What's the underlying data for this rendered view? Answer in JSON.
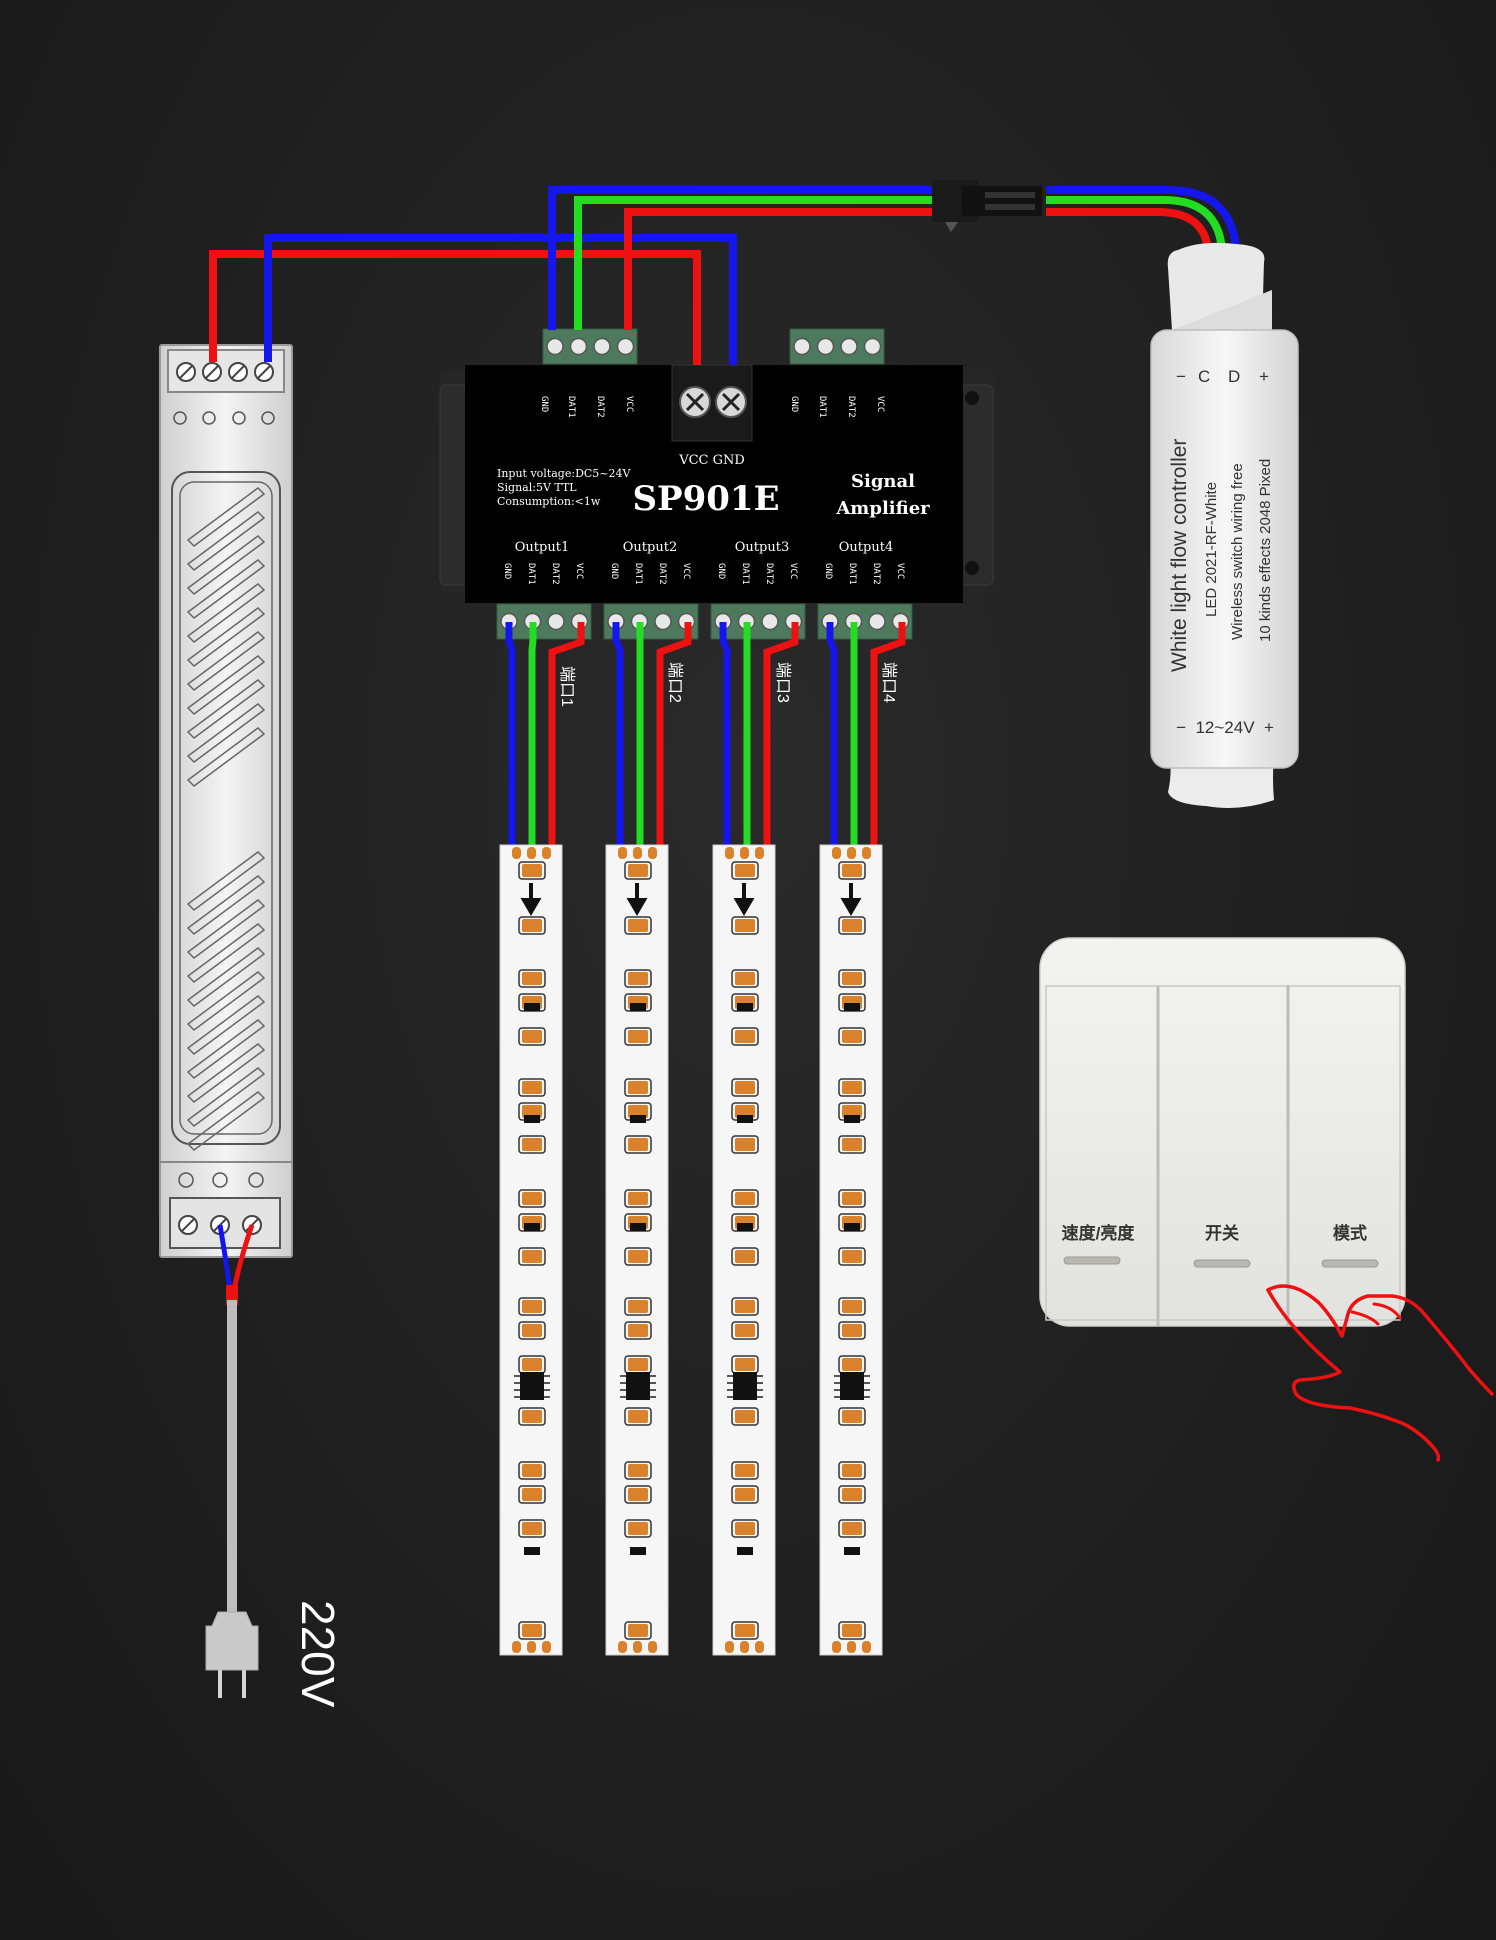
{
  "amplifier": {
    "model": "SP901E",
    "subtitle_line1": "Signal",
    "subtitle_line2": "Amplifier",
    "spec_voltage": "Input voltage:DC5~24V",
    "spec_signal": "Signal:5V TTL",
    "spec_consumption": "Consumption:<1w",
    "power_label": "VCC GND",
    "input_pins": [
      "GND",
      "DAT1",
      "DAT2",
      "VCC"
    ],
    "output_pins": [
      "GND",
      "DAT1",
      "DAT2",
      "VCC"
    ],
    "outputs": [
      "Output1",
      "Output2",
      "Output3",
      "Output4"
    ],
    "port_labels": [
      "端口1",
      "端口2",
      "端口3",
      "端口4"
    ]
  },
  "controller": {
    "title": "White light flow controller",
    "line1": "LED 2021-RF-White",
    "line2": "Wireless switch wiring free",
    "line3": "10 kinds effects 2048 Pixed",
    "top_pins": [
      "−",
      "C",
      "D",
      "+"
    ],
    "power_label": "−  12~24V  +"
  },
  "switch_panel": {
    "buttons": [
      "速度/亮度",
      "开关",
      "模式"
    ]
  },
  "mains": {
    "voltage": "220V"
  },
  "colors": {
    "red": "#ee1111",
    "green": "#22dd22",
    "blue": "#1515ee",
    "background": "#222222",
    "led": "#d9822b",
    "terminal": "#4d7a5c"
  }
}
